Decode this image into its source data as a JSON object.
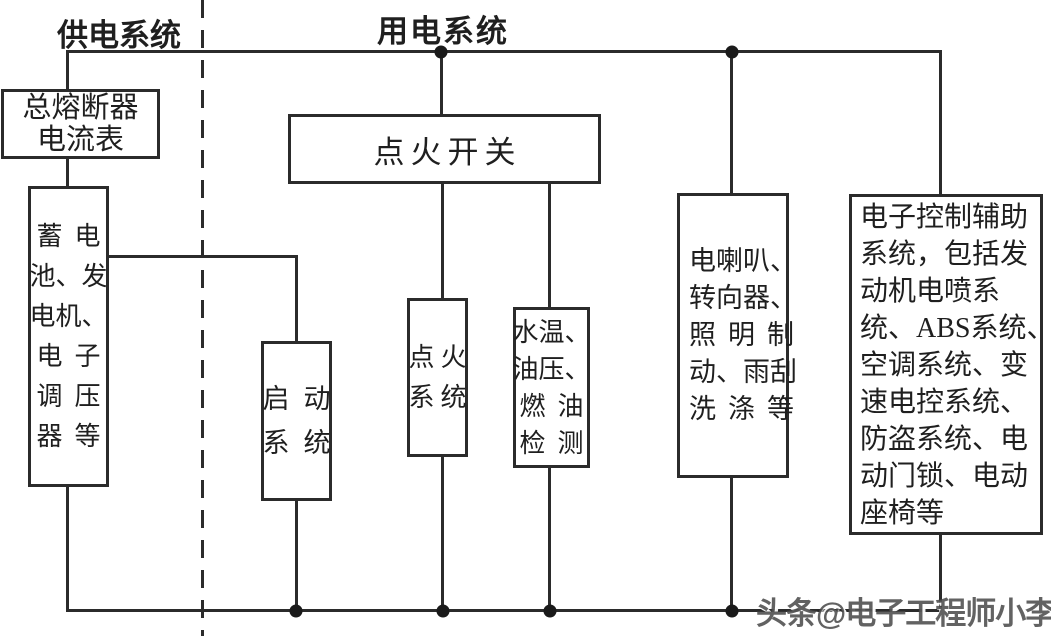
{
  "header": {
    "supply_label": "供电系统",
    "consumer_label": "用电系统"
  },
  "boxes": {
    "fuse_ammeter": {
      "text": "总熔断器电流表",
      "lines": [
        "总熔断器",
        "电流表"
      ]
    },
    "battery_group": {
      "text": "蓄电池、发电机、电子调压器等",
      "lines": [
        "蓄电",
        "池、发",
        "电机、",
        "电子",
        "调压",
        "器等"
      ]
    },
    "ignition_switch": {
      "label": "点火开关"
    },
    "starter_system": {
      "text": "启动系统",
      "lines": [
        "启动",
        "系统"
      ]
    },
    "ignition_system": {
      "text": "点火系统",
      "lines": [
        "点火",
        "系统"
      ]
    },
    "gauge_detection": {
      "text": "水温、油压、燃油检测",
      "lines": [
        "水温、",
        "油压、",
        "燃油",
        "检测"
      ]
    },
    "horn_lighting": {
      "text": "电喇叭、转向器、照明制动、雨刮洗涤等",
      "lines": [
        "电喇叭、",
        "转向器、",
        "照明制",
        "动、雨刮",
        "洗涤等"
      ]
    },
    "ecu_auxiliary": {
      "text": "电子控制辅助系统，包括发动机电喷系统、ABS系统、空调系统、变速电控系统、防盗系统、电动门锁、电动座椅等",
      "lines": [
        "电子控制辅助",
        "系统，包括发",
        "动机电喷系",
        "统、ABS系统、",
        "空调系统、变",
        "速电控系统、",
        "防盗系统、电",
        "动门锁、电动",
        "座椅等"
      ]
    }
  },
  "watermark": {
    "text": "头条@电子工程师小李"
  },
  "colors": {
    "stroke": "#2b2b2b",
    "background": "#ffffff",
    "watermark_gray": "#464646"
  }
}
